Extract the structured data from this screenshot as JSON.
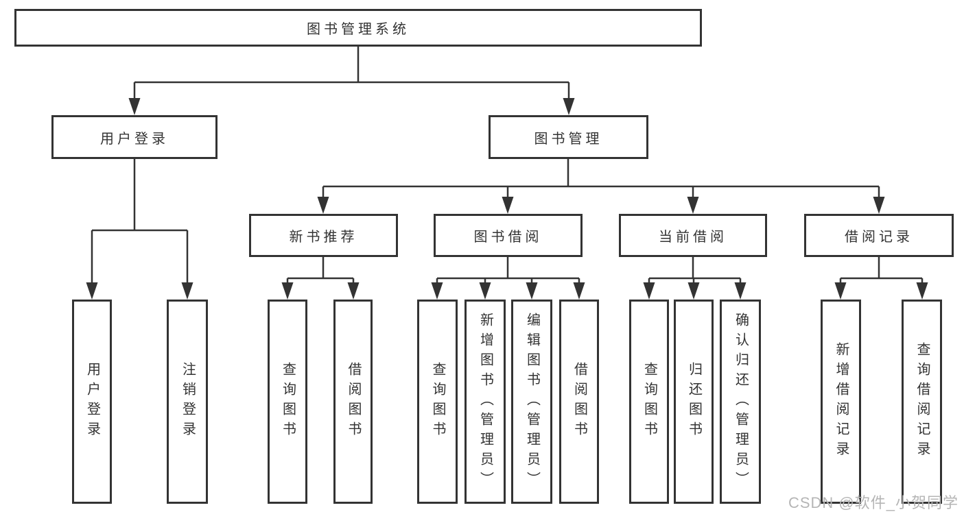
{
  "nodes": {
    "root": "图书管理系统",
    "user_login": "用户登录",
    "book_mgmt": "图书管理",
    "new_book_rec": "新书推荐",
    "book_borrow": "图书借阅",
    "current_borrow": "当前借阅",
    "borrow_records": "借阅记录",
    "leaves": {
      "user_login": [
        "用户登录",
        "注销登录"
      ],
      "new_book_rec": [
        "查询图书",
        "借阅图书"
      ],
      "book_borrow": [
        "查询图书",
        "新增图书（管理员）",
        "编辑图书（管理员）",
        "借阅图书"
      ],
      "current_borrow": [
        "查询图书",
        "归还图书",
        "确认归还（管理员）"
      ],
      "borrow_records": [
        "新增借阅记录",
        "查询借阅记录"
      ]
    }
  },
  "watermark": "CSDN @软件_小贺同学",
  "colors": {
    "line": "#333333",
    "text": "#333333",
    "box_background": "#ffffff",
    "page_background": "#ffffff",
    "watermark": "#b5b5b5"
  }
}
